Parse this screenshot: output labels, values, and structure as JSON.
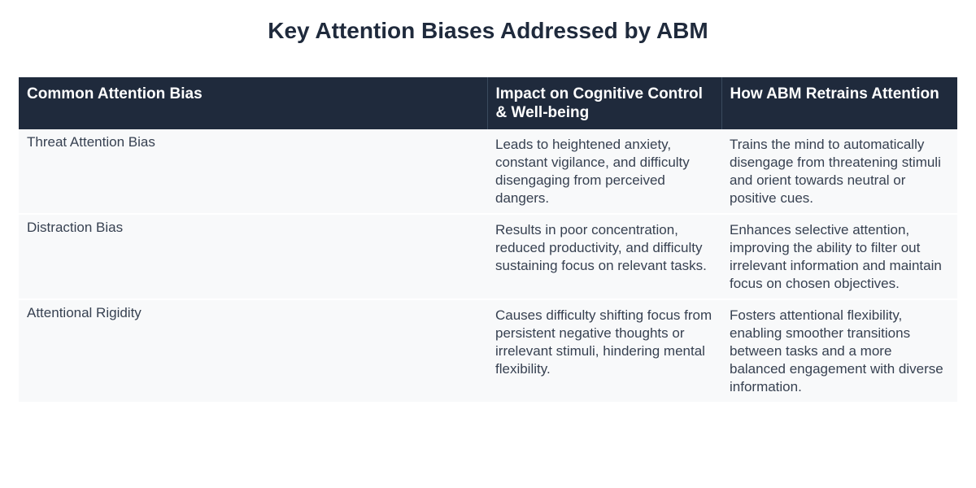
{
  "page": {
    "title": "Key Attention Biases Addressed by ABM"
  },
  "table": {
    "headers": [
      "Common Attention Bias",
      "Impact on Cognitive Control & Well-being",
      "How ABM Retrains Attention"
    ],
    "rows": [
      {
        "bias": "Threat Attention Bias",
        "impact": "Leads to heightened anxiety, constant vigilance, and difficulty disengaging from perceived dangers.",
        "retraining": "Trains the mind to automatically disengage from threatening stimuli and orient towards neutral or positive cues."
      },
      {
        "bias": "Distraction Bias",
        "impact": "Results in poor concentration, reduced productivity, and difficulty sustaining focus on relevant tasks.",
        "retraining": "Enhances selective attention, improving the ability to filter out irrelevant information and maintain focus on chosen objectives."
      },
      {
        "bias": "Attentional Rigidity",
        "impact": "Causes difficulty shifting focus from persistent negative thoughts or irrelevant stimuli, hindering mental flexibility.",
        "retraining": "Fosters attentional flexibility, enabling smoother transitions between tasks and a more balanced engagement with diverse information."
      }
    ]
  },
  "colors": {
    "header_background": "#1f2a3c",
    "header_text": "#ffffff",
    "row_background": "#f8f9fa",
    "body_text": "#374151"
  }
}
